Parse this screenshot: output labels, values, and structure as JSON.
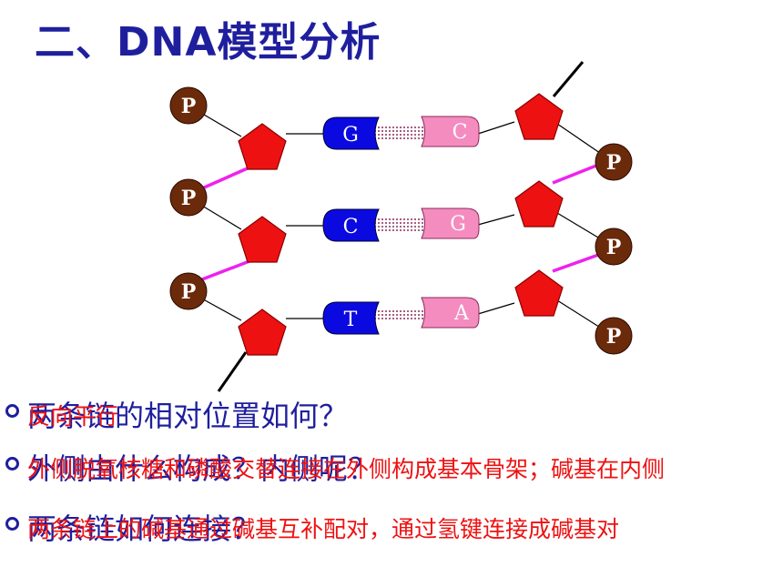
{
  "title": "二、DNA模型分析",
  "diagram": {
    "phosphate_label": "P",
    "left_strand_bases": [
      "G",
      "C",
      "T"
    ],
    "right_strand_bases": [
      "C",
      "G",
      "A"
    ]
  },
  "colors": {
    "phosphate": "#6b2a0a",
    "sugar": "#ee1111",
    "left_base": "#0a0ae0",
    "right_base": "#f48cc0",
    "hydrogen_bond": "#8b2a5a",
    "sugar_phosphate_bond": "#ee22ee",
    "title": "#1f1f9e",
    "answer": "#ee1111"
  },
  "bullets": [
    {
      "question": "两条链的相对位置如何？",
      "answer": "反向平行"
    },
    {
      "question": "外侧由什么构成？内侧呢？",
      "answer": "外侧脱氧核糖和磷酸交替连接在外侧构成基本骨架；碱基在内侧"
    },
    {
      "question": "两条链如何连接？",
      "answer": "两条链上的碱基通过碱基互补配对，通过氢键连接成碱基对"
    }
  ]
}
